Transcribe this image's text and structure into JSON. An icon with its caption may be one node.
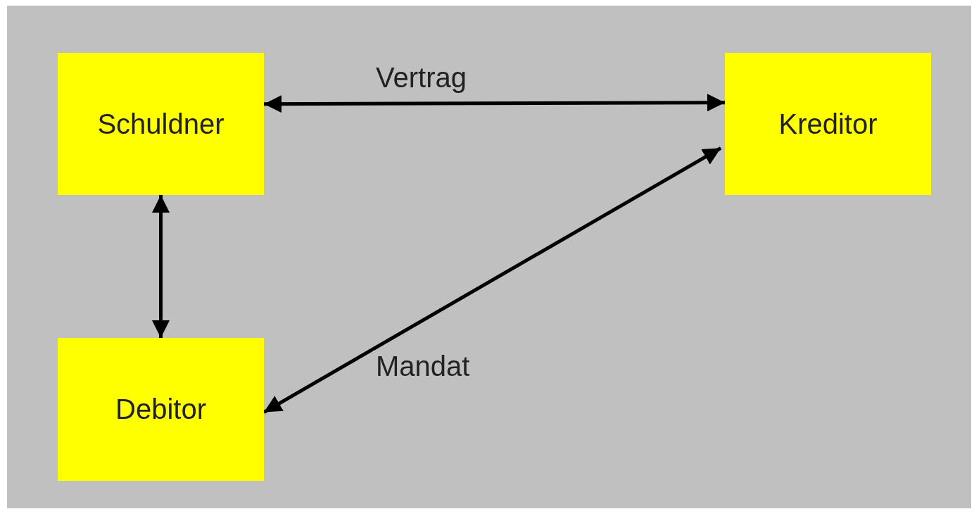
{
  "diagram": {
    "nodes": [
      {
        "text": [
          "Schuldner"
        ]
      },
      {
        "text": [
          "Kreditor"
        ]
      },
      {
        "text": [
          "Debitor"
        ]
      }
    ],
    "edges": [
      {
        "from": 0,
        "to": 1,
        "arrow": "both",
        "label": "Vertrag"
      },
      {
        "from": 0,
        "to": 2,
        "arrow": "both"
      },
      {
        "from": 2,
        "to": 1,
        "arrow": "both",
        "label": "Mandat"
      }
    ]
  }
}
